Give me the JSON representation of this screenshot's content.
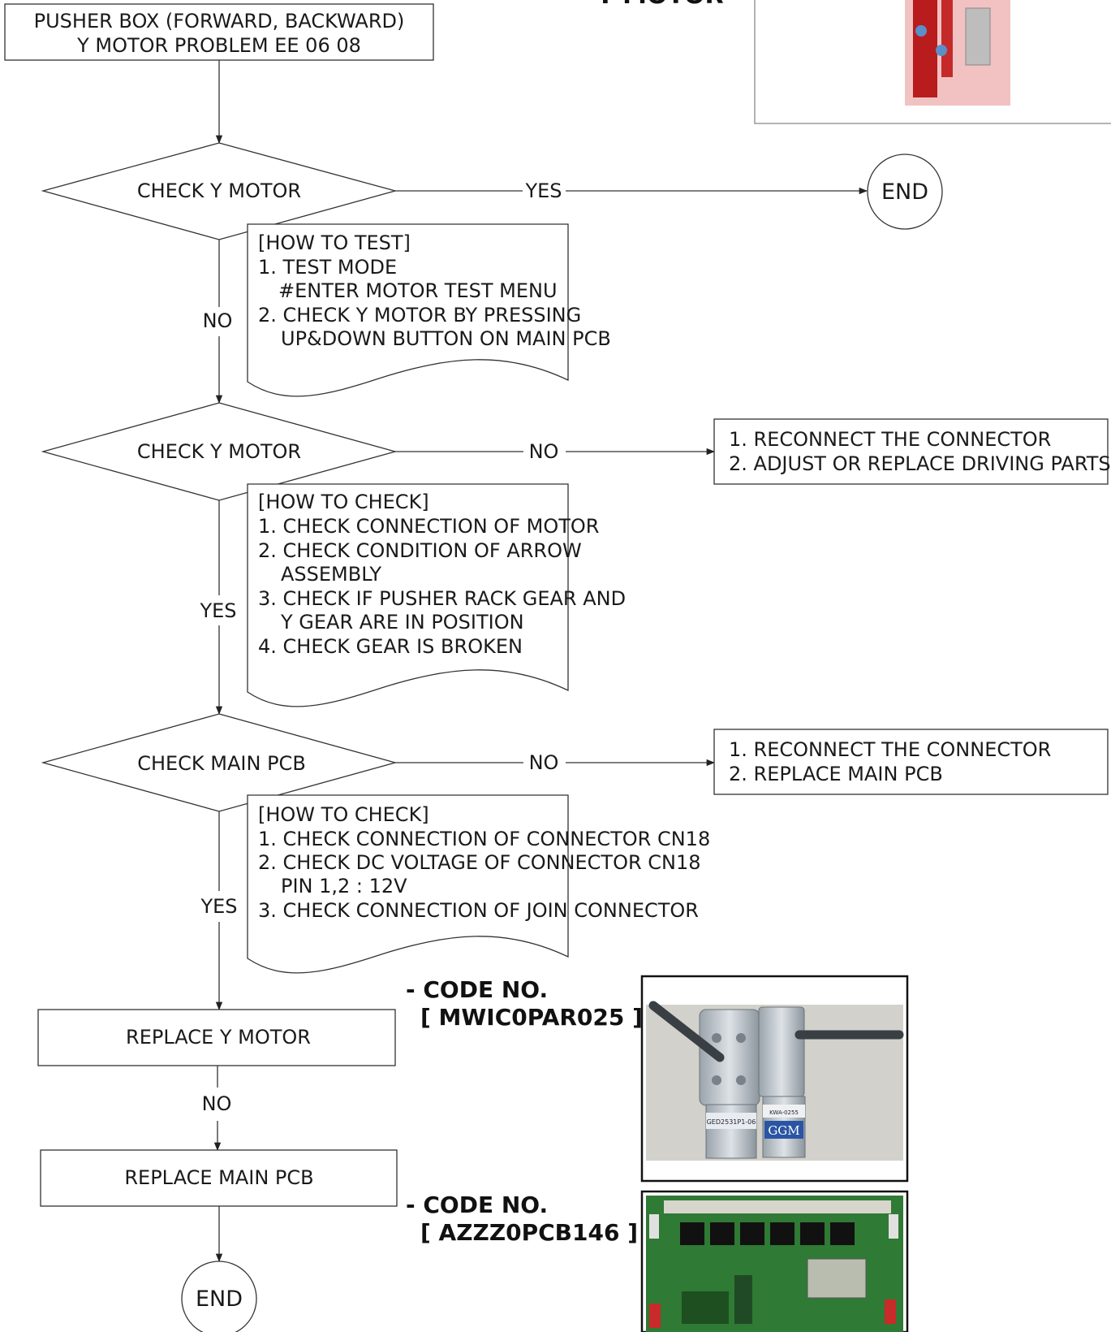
{
  "header": {
    "title_line1": "PUSHER BOX (FORWARD, BACKWARD)",
    "title_line2": "Y MOTOR PROBLEM EE 06 08",
    "photo_caption": "Y MOTOR"
  },
  "decisions": {
    "d1": "CHECK Y MOTOR",
    "d2": "CHECK Y MOTOR",
    "d3": "CHECK MAIN PCB"
  },
  "branch_labels": {
    "d1_right": "YES",
    "d1_down": "NO",
    "d2_right": "NO",
    "d2_down": "YES",
    "d3_right": "NO",
    "d3_down": "YES",
    "replace_down": "NO"
  },
  "terminals": {
    "end_top": "END",
    "end_bottom": "END"
  },
  "notes": {
    "test": [
      "[HOW TO TEST]",
      "1. TEST MODE",
      "#ENTER MOTOR TEST MENU",
      "2. CHECK Y MOTOR BY PRESSING",
      "UP&DOWN BUTTON ON MAIN PCB"
    ],
    "check_motor": [
      "[HOW TO CHECK]",
      "1. CHECK CONNECTION OF MOTOR",
      "2. CHECK CONDITION OF ARROW",
      "ASSEMBLY",
      "3. CHECK IF PUSHER RACK GEAR AND",
      "Y GEAR ARE IN POSITION",
      "4. CHECK GEAR IS BROKEN"
    ],
    "check_pcb": [
      "[HOW TO CHECK]",
      "1. CHECK CONNECTION OF CONNECTOR CN18",
      "2. CHECK DC VOLTAGE OF CONNECTOR CN18",
      "PIN 1,2 : 12V",
      "3. CHECK CONNECTION OF JOIN CONNECTOR"
    ]
  },
  "actions": {
    "motor_fix": [
      "1. RECONNECT THE CONNECTOR",
      "2. ADJUST OR REPLACE DRIVING PARTS"
    ],
    "pcb_fix": [
      "1. RECONNECT THE CONNECTOR",
      "2. REPLACE MAIN PCB"
    ],
    "replace_motor": "REPLACE Y MOTOR",
    "replace_pcb": "REPLACE MAIN PCB"
  },
  "codes": {
    "motor_label": "- CODE NO.",
    "motor_code": "[ MWIC0PAR025 ]",
    "pcb_label": "- CODE NO.",
    "pcb_code": "[ AZZZ0PCB146 ]"
  },
  "photo_labels": {
    "motor_left": "GED2531P1-06",
    "motor_right": "KWA-0255",
    "brand": "GGM"
  }
}
